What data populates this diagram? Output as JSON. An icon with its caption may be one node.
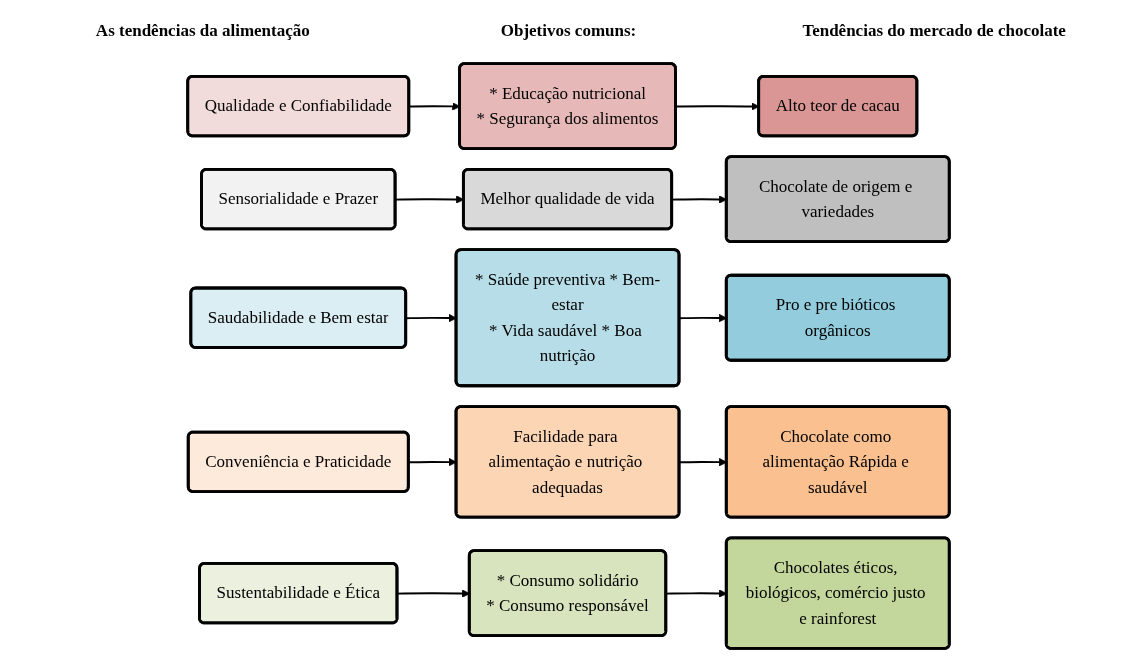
{
  "diagram": {
    "nodes": [
      {
        "text": [
          "Qualidade e Confiabilidade"
        ]
      },
      {
        "text": [
          "* Educação nutricional",
          "* Segurança dos alimentos"
        ]
      },
      {
        "text": [
          "Alto teor de cacau"
        ]
      },
      {
        "text": [
          "Sensorialidade e Prazer"
        ]
      },
      {
        "text": [
          "Melhor qualidade de vida"
        ]
      },
      {
        "text": [
          "Chocolate de origem e variedades"
        ]
      },
      {
        "text": [
          "Saudabilidade e Bem estar"
        ]
      },
      {
        "text": [
          "* Saúde preventiva * Bem-estar",
          "* Vida saudável * Boa nutrição"
        ]
      },
      {
        "text": [
          "Pro e pre bióticos orgânicos"
        ]
      },
      {
        "text": [
          "Conveniência e Praticidade"
        ]
      },
      {
        "text": [
          "Facilidade para alimentação e nutrição adequadas"
        ]
      },
      {
        "text": [
          "Chocolate como alimentação Rápida e saudável"
        ]
      },
      {
        "text": [
          "Sustentabilidade e Ética"
        ]
      },
      {
        "text": [
          "* Consumo solidário",
          "* Consumo responsável"
        ]
      },
      {
        "text": [
          "Chocolates éticos, biológicos, comércio justo e rainforest"
        ]
      }
    ],
    "edges": [
      {
        "from": 0,
        "to": 1,
        "arrow": "to"
      },
      {
        "from": 1,
        "to": 2,
        "arrow": "to"
      },
      {
        "from": 3,
        "to": 4,
        "arrow": "to"
      },
      {
        "from": 4,
        "to": 5,
        "arrow": "to"
      },
      {
        "from": 6,
        "to": 7,
        "arrow": "to"
      },
      {
        "from": 7,
        "to": 8,
        "arrow": "to"
      },
      {
        "from": 9,
        "to": 10,
        "arrow": "to"
      },
      {
        "from": 10,
        "to": 11,
        "arrow": "to"
      },
      {
        "from": 12,
        "to": 13,
        "arrow": "to"
      },
      {
        "from": 13,
        "to": 14,
        "arrow": "to"
      }
    ],
    "labels": [
      "As tendências da alimentação",
      "Objetivos comuns:",
      "Tendências do mercado de chocolate"
    ]
  }
}
